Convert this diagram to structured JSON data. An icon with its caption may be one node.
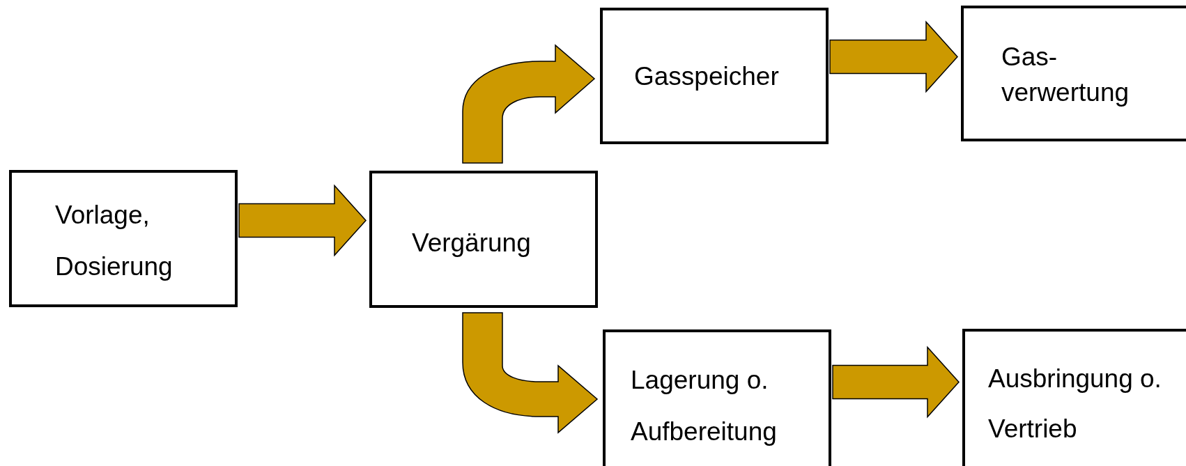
{
  "diagram": {
    "nodes": [
      {
        "text": [
          "Vorlage, Dosierung"
        ]
      },
      {
        "text": [
          "Vergärung"
        ]
      },
      {
        "text": [
          "Gasspeicher"
        ]
      },
      {
        "text": [
          "Gas- verwertung"
        ]
      },
      {
        "text": [
          "Lagerung o. Aufbereitung"
        ]
      },
      {
        "text": [
          "Ausbringung o. Vertrieb"
        ]
      }
    ],
    "edges": [
      {
        "from": 0,
        "to": 1,
        "arrow": "to"
      },
      {
        "from": 1,
        "to": 2,
        "arrow": "to"
      },
      {
        "from": 2,
        "to": 3,
        "arrow": "to"
      },
      {
        "from": 1,
        "to": 4,
        "arrow": "to"
      },
      {
        "from": 4,
        "to": 5,
        "arrow": "to"
      }
    ]
  }
}
